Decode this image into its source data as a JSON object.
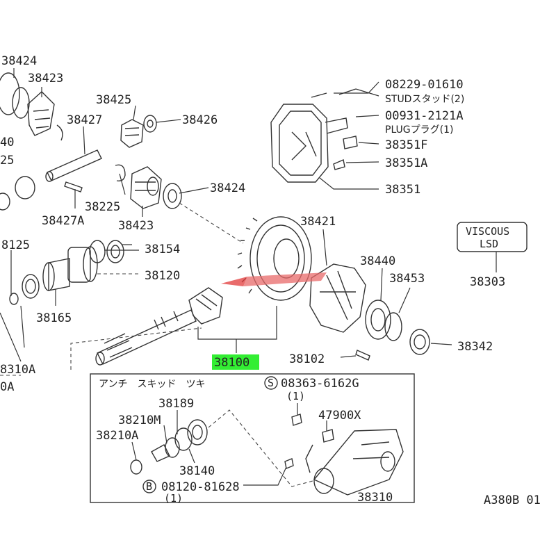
{
  "labels": {
    "p38424_top": "38424",
    "p38423_top": "38423",
    "p38425": "38425",
    "p38426": "38426",
    "p38427": "38427",
    "p40": "40",
    "p25": "25",
    "p38225": "38225",
    "p38424_mid": "38424",
    "p38427A": "38427A",
    "p38423_mid": "38423",
    "p38125": "8125",
    "p38154": "38154",
    "p38120": "38120",
    "p38165": "38165",
    "p38310A": "8310A",
    "p0A": "0A",
    "p08229": "08229-01610",
    "stud": "STUDスタッド(2)",
    "p00931": "00931-2121A",
    "plug": "PLUGプラグ(1)",
    "p38351F": "38351F",
    "p38351A": "38351A",
    "p38351": "38351",
    "p38421": "38421",
    "viscous1": "VISCOUS",
    "viscous2": "LSD",
    "p38303": "38303",
    "p38440": "38440",
    "p38453": "38453",
    "p38342": "38342",
    "p38100": "38100",
    "p38102": "38102",
    "antiskid": "アンチ　スキッド　ツキ",
    "s_part": "08363-6162G",
    "s_qty": "(1)",
    "p47900X": "47900X",
    "p38189": "38189",
    "p38210M": "38210M",
    "p38210A": "38210A",
    "p38140": "38140",
    "b_part": "08120-81628",
    "b_qty": "(1)",
    "p38310": "38310",
    "fig_code": "A380B 01"
  },
  "symbols": {
    "s_circle": "S",
    "b_circle": "B"
  },
  "highlight": {
    "part_number": "38100",
    "color": "#33ee33"
  }
}
